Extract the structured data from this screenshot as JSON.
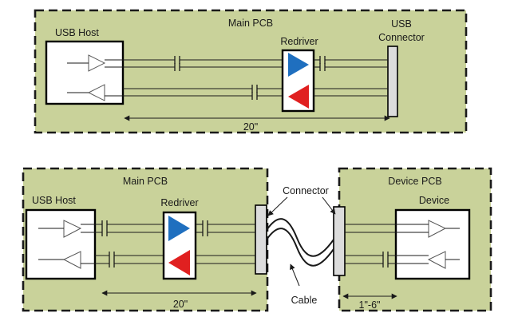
{
  "top": {
    "board_label": "Main PCB",
    "host_label": "USB Host",
    "redriver_label": "Redriver",
    "connector_label": [
      "USB",
      "Connector"
    ],
    "length_label": "20\""
  },
  "bottom": {
    "board_label": "Main PCB",
    "host_label": "USB Host",
    "redriver_label": "Redriver",
    "connector_label": "Connector",
    "cable_label": "Cable",
    "length_label": "20\"",
    "device_board_label": "Device PCB",
    "device_label": "Device",
    "device_length_label": "1\"-6\""
  },
  "colors": {
    "pcb_fill": "#c9d29a",
    "tx_redriver": "#1f6fbf",
    "rx_redriver": "#e02020",
    "connector_fill": "#dcdcdc"
  }
}
